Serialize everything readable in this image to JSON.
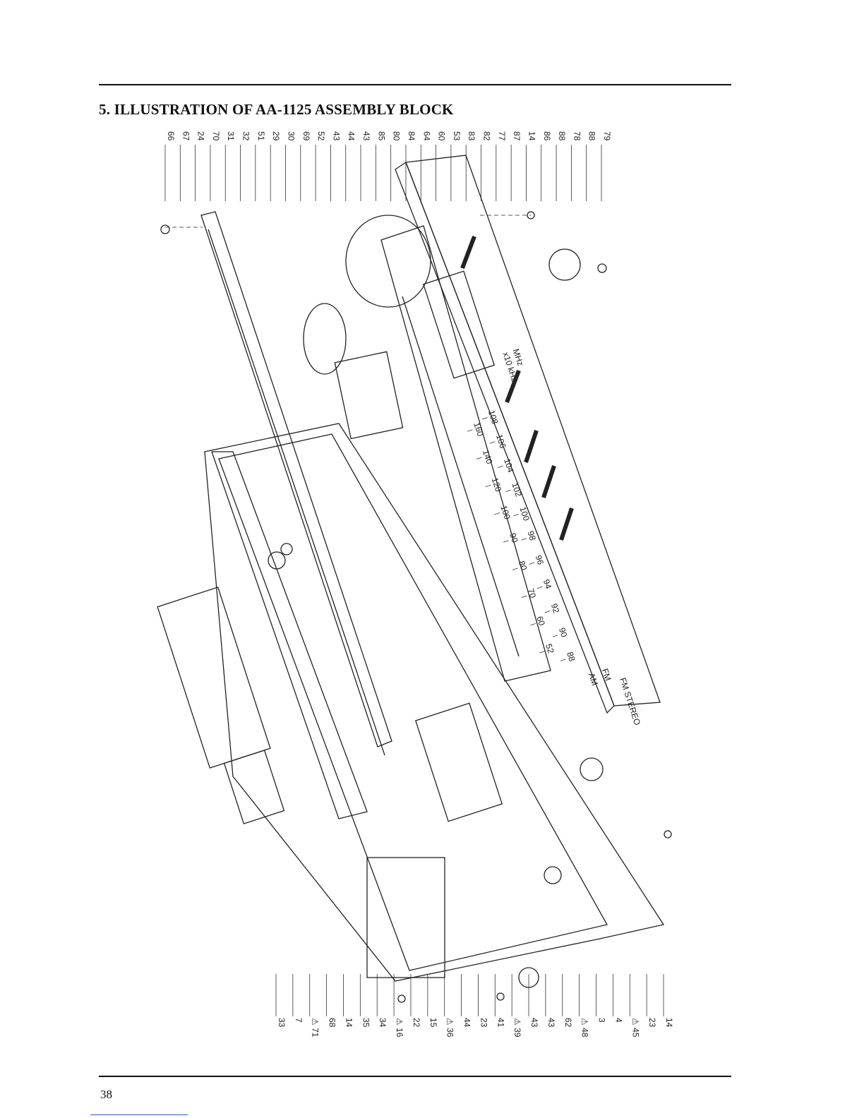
{
  "header": {
    "title": "5. ILLUSTRATION OF AA-1125 ASSEMBLY BLOCK"
  },
  "footer": {
    "page_number": "38"
  },
  "diagram": {
    "dial_labels": {
      "top_scale": [
        "88",
        "90",
        "92",
        "94",
        "96",
        "98",
        "100",
        "102",
        "104",
        "106",
        "108"
      ],
      "bottom_scale": [
        "52",
        "60",
        "70",
        "80",
        "90",
        "100",
        "120",
        "140",
        "160"
      ],
      "unit_mhz": "MHz",
      "unit_khz": "x10 kHz",
      "band_fm": "FM",
      "band_am": "AM",
      "fm_stereo": "FM STEREO"
    },
    "top_callouts": [
      "66",
      "67",
      "24",
      "70",
      "31",
      "32",
      "51",
      "29",
      "30",
      "69",
      "52",
      "43",
      "44",
      "43",
      "85",
      "80",
      "84",
      "64",
      "60",
      "53",
      "83",
      "82",
      "77",
      "87",
      "14",
      "86",
      "88",
      "78",
      "88",
      "79"
    ],
    "bottom_callouts": [
      "33",
      "7",
      "⚠ 71",
      "68",
      "14",
      "35",
      "34",
      "⚠ 16",
      "22",
      "15",
      "⚠ 36",
      "44",
      "23",
      "41",
      "⚠ 39",
      "43",
      "43",
      "62",
      "⚠ 48",
      "3",
      "4",
      "⚠ 45",
      "23",
      "14"
    ]
  }
}
